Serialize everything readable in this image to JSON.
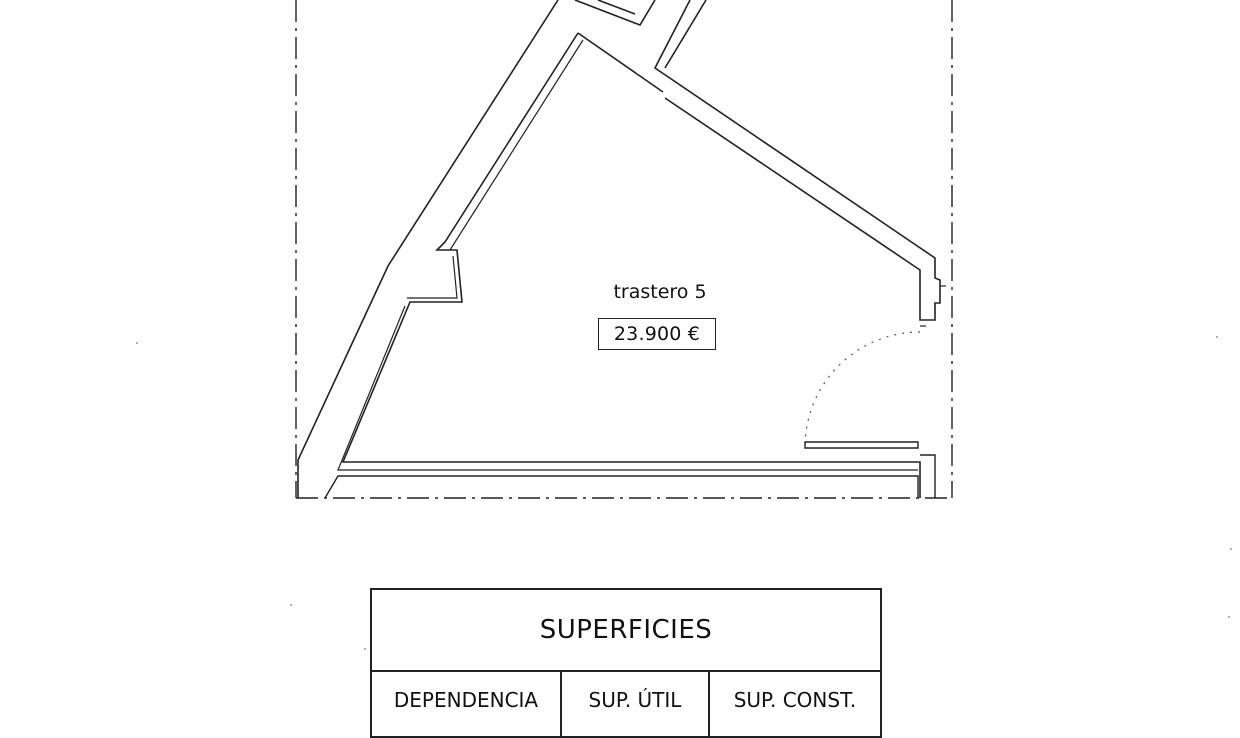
{
  "plan": {
    "room_name": "trastero 5",
    "price": "23.900 €"
  },
  "table": {
    "title": "SUPERFICIES",
    "headers": [
      "DEPENDENCIA",
      "SUP. ÚTIL",
      "SUP. CONST."
    ]
  }
}
